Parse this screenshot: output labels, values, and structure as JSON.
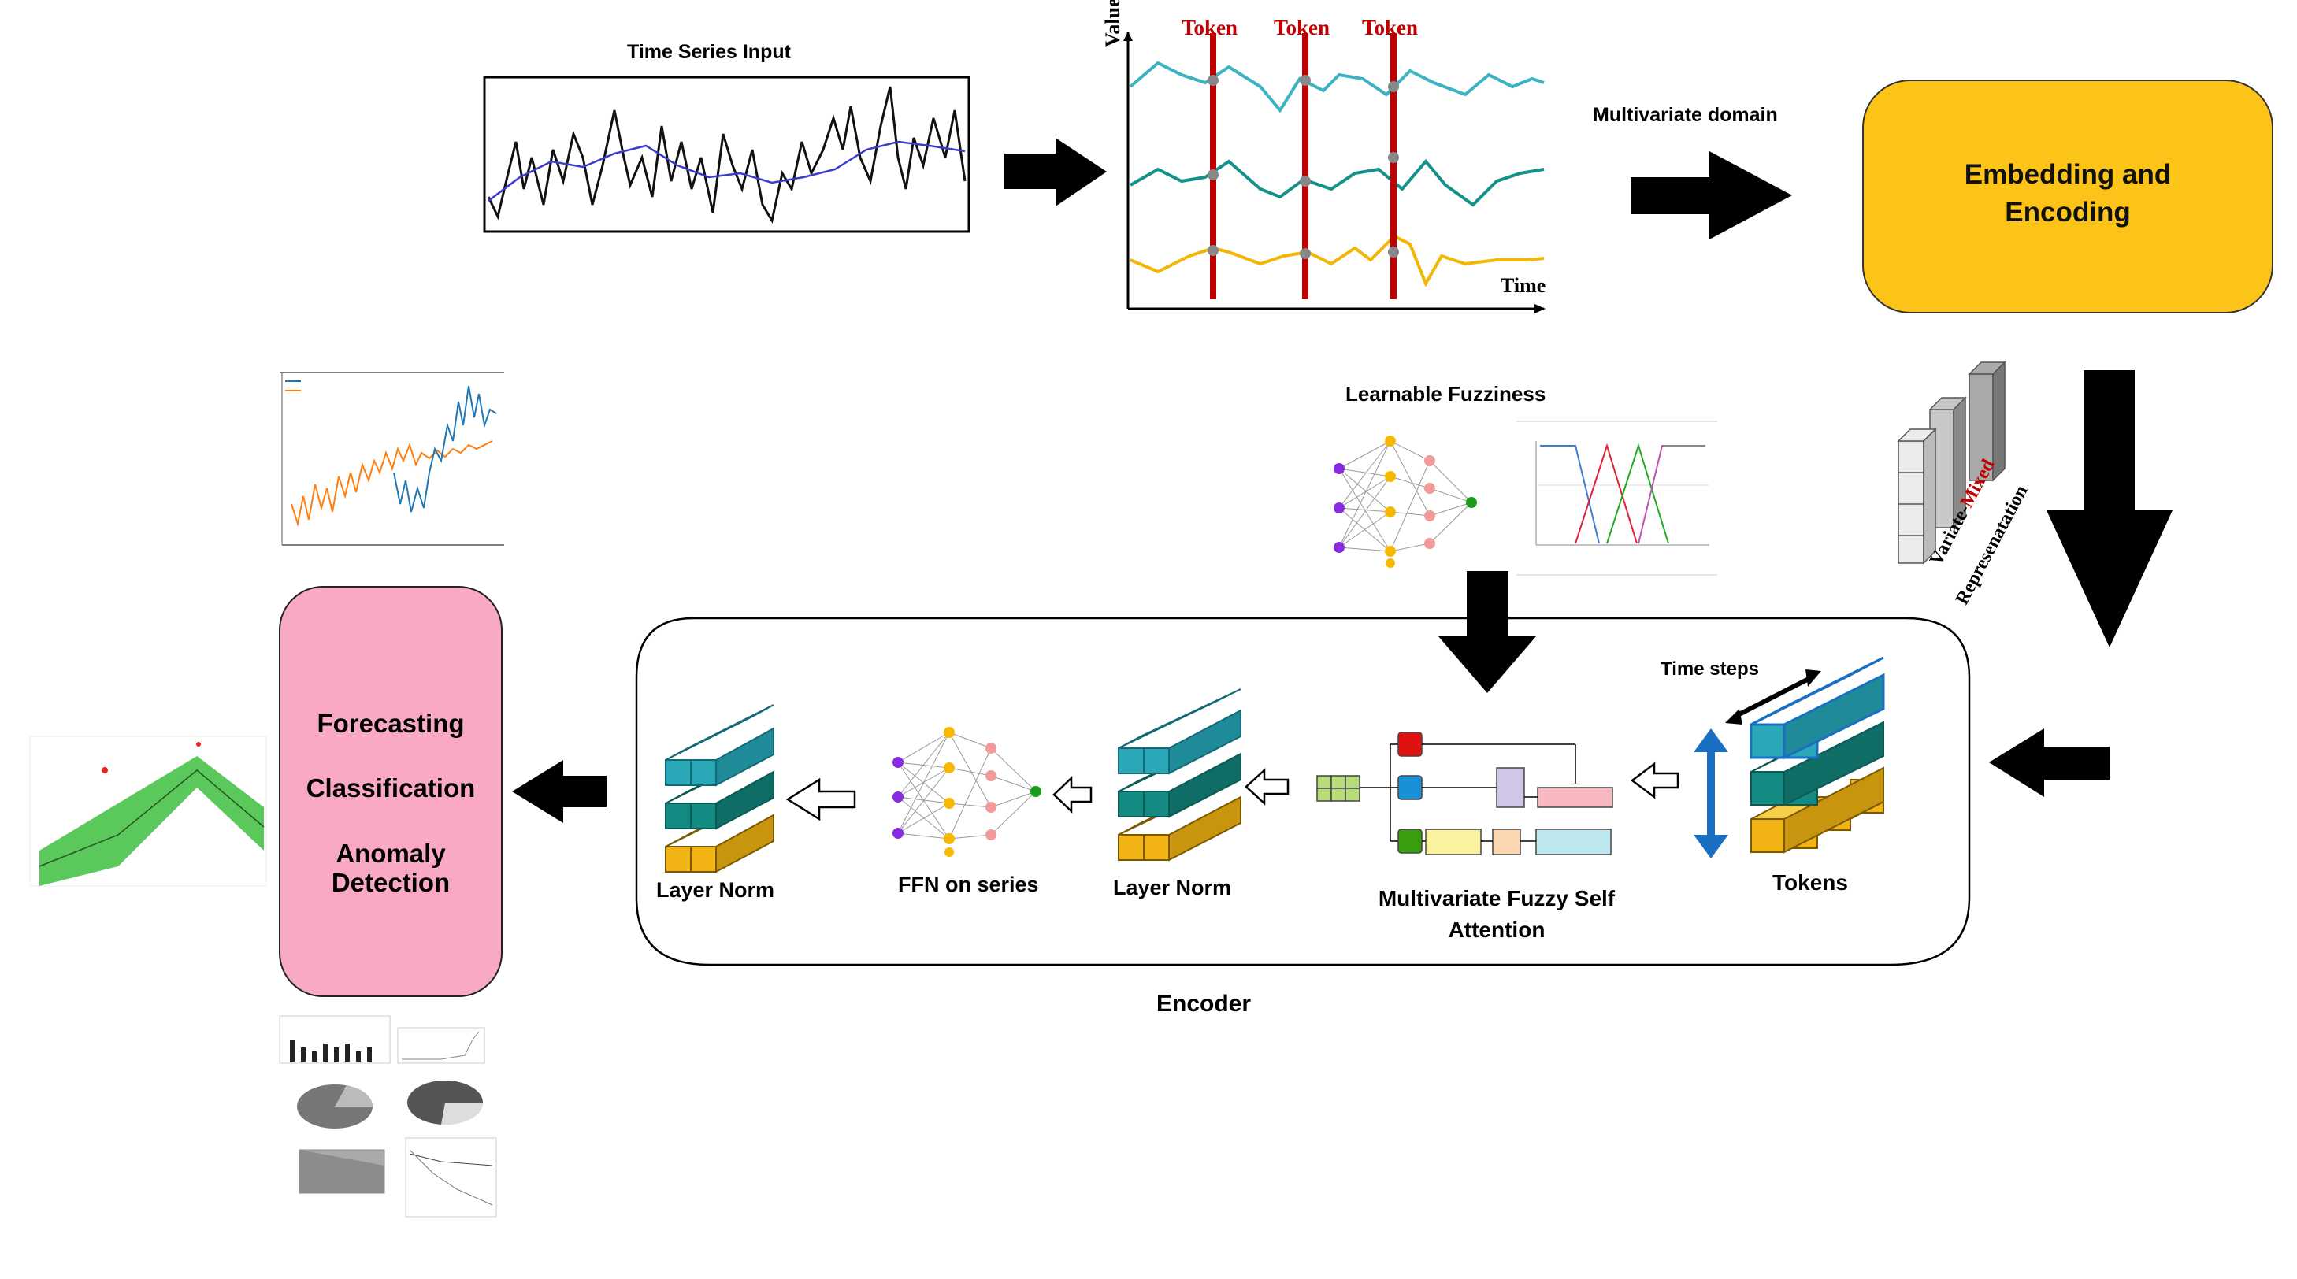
{
  "labels": {
    "time_series_input": "Time Series Input",
    "value_axis": "Value",
    "time_axis": "Time",
    "tokens_top": [
      "Token",
      "Token",
      "Token"
    ],
    "multivariate_domain": "Multivariate domain",
    "embedding_line1": "Embedding and",
    "embedding_line2": "Encoding",
    "learnable_fuzziness": "Learnable Fuzziness",
    "variate_mixed_1": "Variate-",
    "variate_mixed_2": "Mixed",
    "variate_mixed_3": "Represenatation",
    "time_steps": "Time steps",
    "tokens": "Tokens",
    "mfsa_line1": "Multivariate Fuzzy Self",
    "mfsa_line2": "Attention",
    "layer_norm_1": "Layer Norm",
    "ffn_on_series": "FFN on series",
    "layer_norm_2": "Layer Norm",
    "encoder": "Encoder",
    "task_forecasting": "Forecasting",
    "task_classification": "Classification",
    "task_anomaly_1": "Anomaly",
    "task_anomaly_2": "Detection"
  },
  "colors": {
    "embedding_box": "#fcc419",
    "task_box": "#f9a9c6",
    "token_line": "#c00000",
    "series_cyan": "#3bb3c3",
    "series_teal": "#14918a",
    "series_yellow": "#f2b705",
    "block_cyan": "#2aa8b8",
    "block_teal": "#138a82",
    "block_yellow": "#f1b414"
  }
}
